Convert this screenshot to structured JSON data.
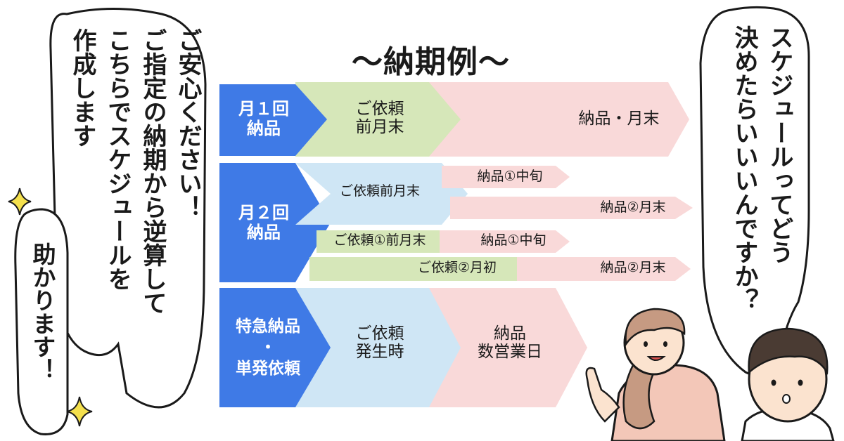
{
  "left_bubble": {
    "lines": [
      "ご安心ください！",
      "ご指定の納期から逆算して",
      "こちらでスケジュールを",
      "作成します"
    ]
  },
  "small_bubble": {
    "text": "助かります！"
  },
  "right_bubble": {
    "lines": [
      "スケジュールってどう",
      "決めたらいいいんですか？"
    ]
  },
  "chart": {
    "title": "〜納期例〜",
    "row1": {
      "label": "月１回\n納品",
      "stage1": "ご依頼\n前月末",
      "stage2": "納品・月末"
    },
    "row2": {
      "label": "月２回\n納品",
      "top_request": "ご依頼前月末",
      "top_delivery1": "納品①中旬",
      "top_delivery2": "納品②月末",
      "req1": "ご依頼①前月末",
      "req1_delivery": "納品①中旬",
      "req2": "ご依頼②月初",
      "req2_delivery": "納品②月末"
    },
    "row3": {
      "label_top": "特急納品",
      "label_mid": "・",
      "label_bottom": "単発依頼",
      "stage1": "ご依頼\n発生時",
      "stage2": "納品\n数営業日"
    }
  },
  "colors": {
    "blue": "#3f7ae6",
    "green": "#d6e7b9",
    "light_blue": "#cfe6f5",
    "pink": "#f9d9d9",
    "skin": "#fbe3cf",
    "hair_woman": "#c69a82",
    "hair_man": "#4a3b33",
    "sweater": "#f3c7b8",
    "sparkle": "#f4e04d"
  }
}
